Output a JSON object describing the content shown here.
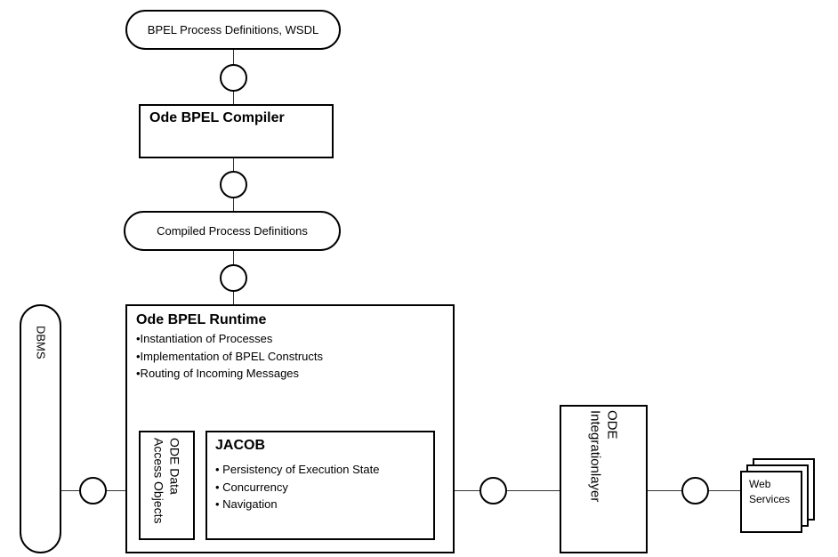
{
  "top_input": {
    "label": "BPEL Process Definitions, WSDL"
  },
  "compiler": {
    "title": "Ode BPEL Compiler"
  },
  "compiled": {
    "label": "Compiled Process Definitions"
  },
  "runtime": {
    "title": "Ode BPEL Runtime",
    "bullets": [
      "•Instantiation of Processes",
      "•Implementation of BPEL Constructs",
      "•Routing of Incoming Messages"
    ]
  },
  "dao": {
    "label_line1": "ODE Data",
    "label_line2": "Access Objects"
  },
  "jacob": {
    "title": "JACOB",
    "bullets": [
      "• Persistency of Execution State",
      "• Concurrency",
      "• Navigation"
    ]
  },
  "dbms": {
    "label": "DBMS"
  },
  "integration": {
    "label_line1": "ODE",
    "label_line2": "Integrationlayer"
  },
  "web_services": {
    "label_line1": "Web",
    "label_line2": "Services"
  }
}
